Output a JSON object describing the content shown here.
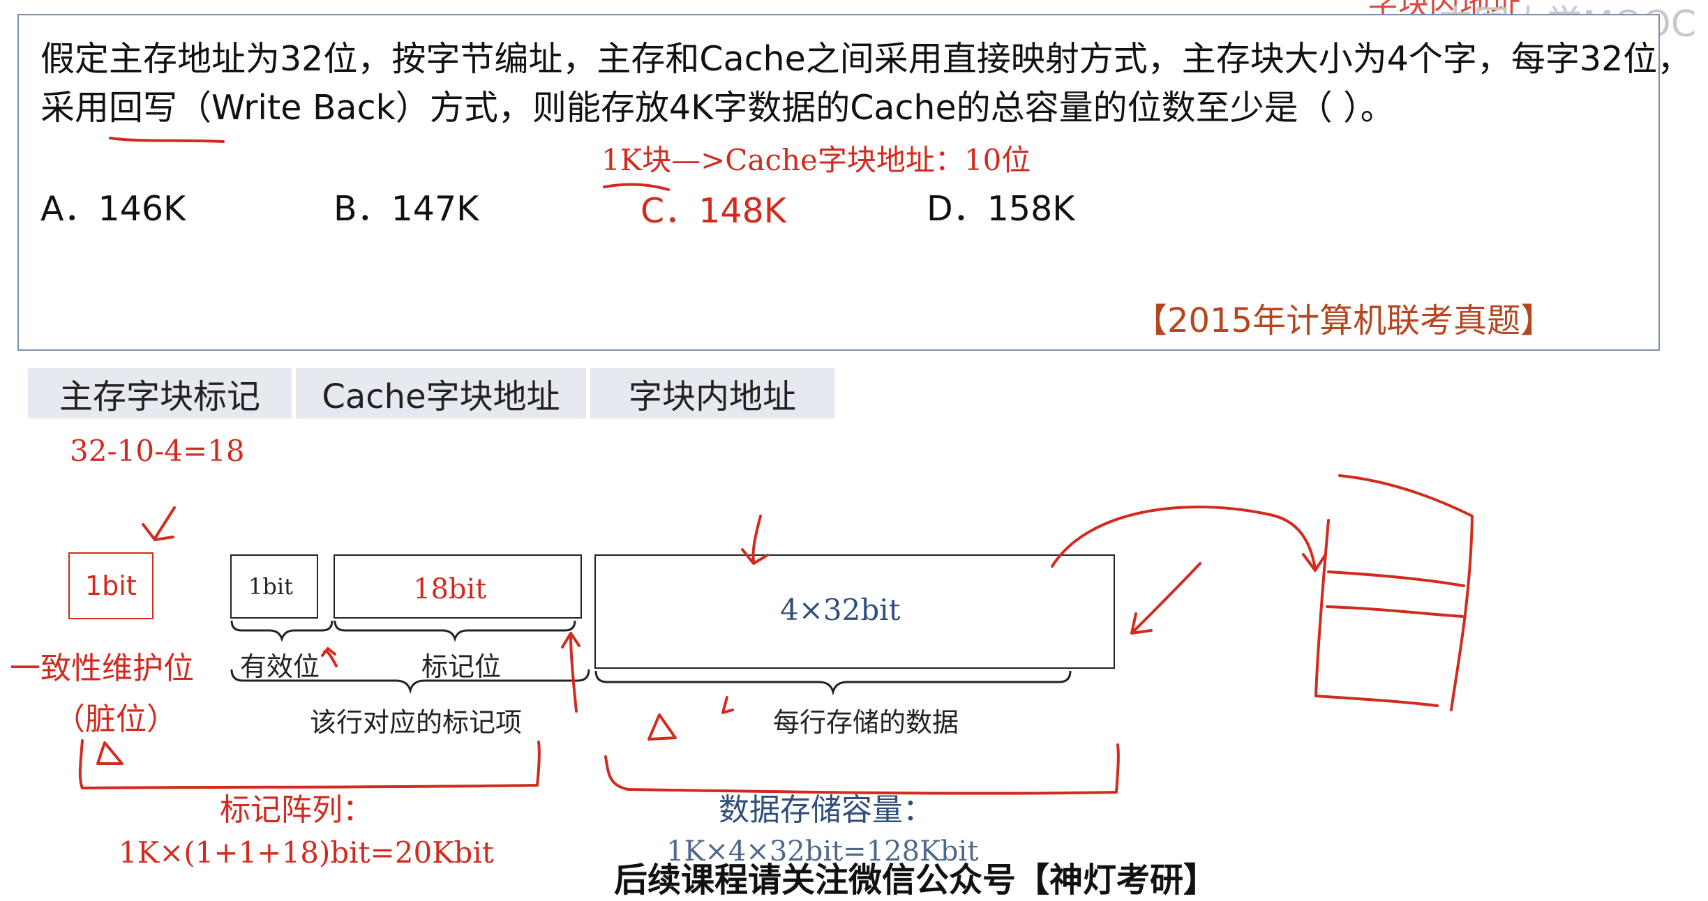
{
  "question": {
    "line1": "假定主存地址为32位，按字节编址，主存和Cache之间采用直接映射方式，主存块大小为4个字，每字32位，",
    "line2": "采用回写（Write Back）方式，则能存放4K字数据的Cache的总容量的位数至少是（      ）。",
    "annotation": "1K块—>Cache字块地址：10位",
    "options": [
      {
        "label": "A．146K"
      },
      {
        "label": "B．147K"
      },
      {
        "label": "C．148K"
      },
      {
        "label": "D．158K"
      }
    ],
    "source": "【2015年计算机联考真题】"
  },
  "address_format": {
    "fields": [
      "主存字块标记",
      "Cache字块地址",
      "字块内地址"
    ],
    "tag_calc": "32-10-4=18"
  },
  "cache_line": {
    "dirty_bit": "1bit",
    "dirty_label_1": "一致性维护位",
    "dirty_label_2": "（脏位）",
    "valid_bit": "1bit",
    "valid_label": "有效位",
    "tag_bits": "18bit",
    "tag_label": "标记位",
    "tag_entry_label": "该行对应的标记项",
    "data_bits": "4×32bit",
    "data_label": "每行存储的数据"
  },
  "totals": {
    "tag_array_label": "标记阵列：",
    "tag_array_calc": "1K×(1+1+18)bit=20Kbit",
    "data_capacity_label": "数据存储容量：",
    "data_capacity_calc": "1K×4×32bit=128Kbit"
  },
  "footer": "后续课程请关注微信公众号【神灯考研】",
  "watermark": {
    "logo": "中国大学MOOC",
    "cut_text": "字块内地址"
  },
  "colors": {
    "ink_red": "#d22a1e",
    "blue_text": "#2f4e7a",
    "source_orange": "#b5461f",
    "header_bg": "#e6e9ef"
  }
}
